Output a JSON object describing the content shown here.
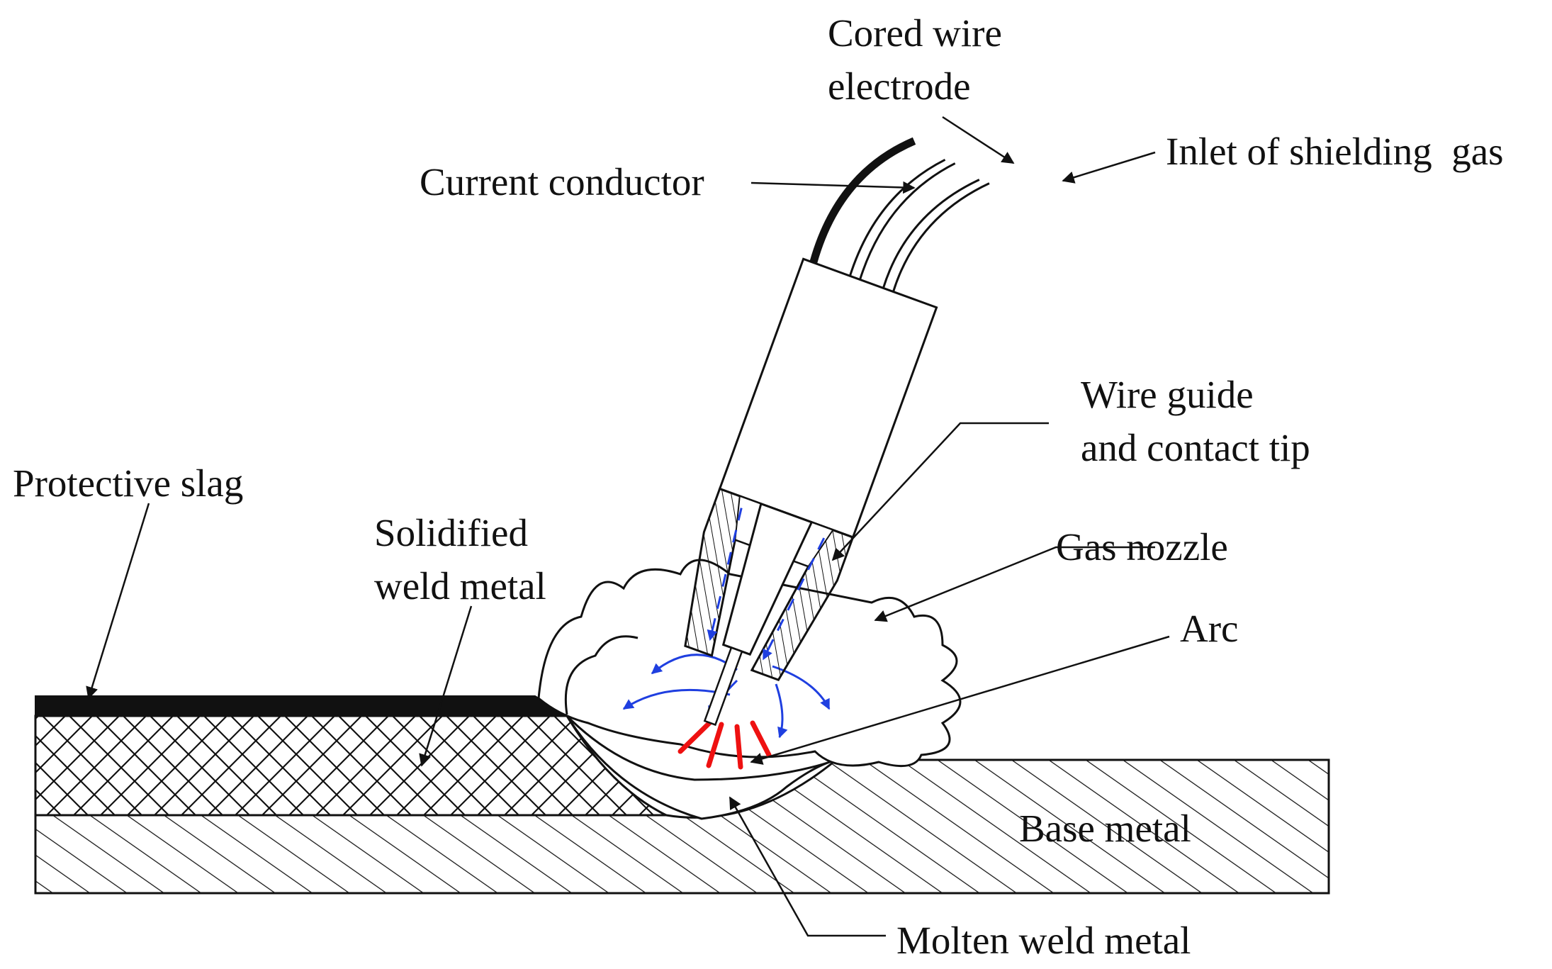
{
  "labels": {
    "cored_wire_line1": "Cored wire",
    "cored_wire_line2": "electrode",
    "inlet_gas": "Inlet of shielding  gas",
    "current_conductor": "Current conductor",
    "wire_guide_line1": "Wire guide",
    "wire_guide_line2": "and contact tip",
    "protective_slag": "Protective slag",
    "solidified_line1": "Solidified",
    "solidified_line2": "weld metal",
    "gas_nozzle": "Gas nozzle",
    "arc": "Arc",
    "base_metal": "Base metal",
    "molten_weld_metal": "Molten weld metal"
  },
  "colors": {
    "line": "#111111",
    "gas_flow": "#1f3fe0",
    "arc": "#ee1111",
    "background": "#ffffff"
  }
}
